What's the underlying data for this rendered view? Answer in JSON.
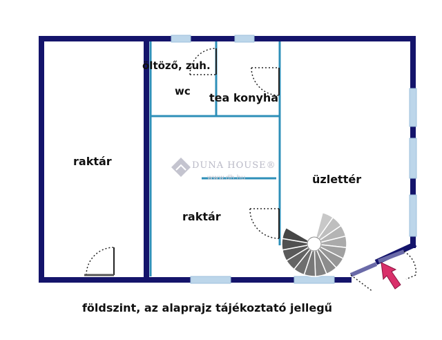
{
  "colors": {
    "wall": "#14146b",
    "partition": "#2d8fb8",
    "window": "#bcd6ea",
    "door": "#222222",
    "stair_dark": "#4a4a4a",
    "stair_light": "#cfcfcf",
    "entry_arrow": "#d9306a",
    "watermark": "#b9b9c6"
  },
  "rooms": {
    "oltozo": "öltöző, zuh.",
    "wc": "wc",
    "tea_konyha": "tea konyha",
    "raktar_left": "raktár",
    "raktar_center": "raktár",
    "uzletter": "üzlettér"
  },
  "watermark": {
    "brand": "DUNA HOUSE®",
    "url": "www.dh.hu",
    "logo_icon": "house-diamond-icon"
  },
  "entry_icon": "entry-arrow-icon",
  "caption": "földszint, az alaprajz tájékoztató jellegű"
}
